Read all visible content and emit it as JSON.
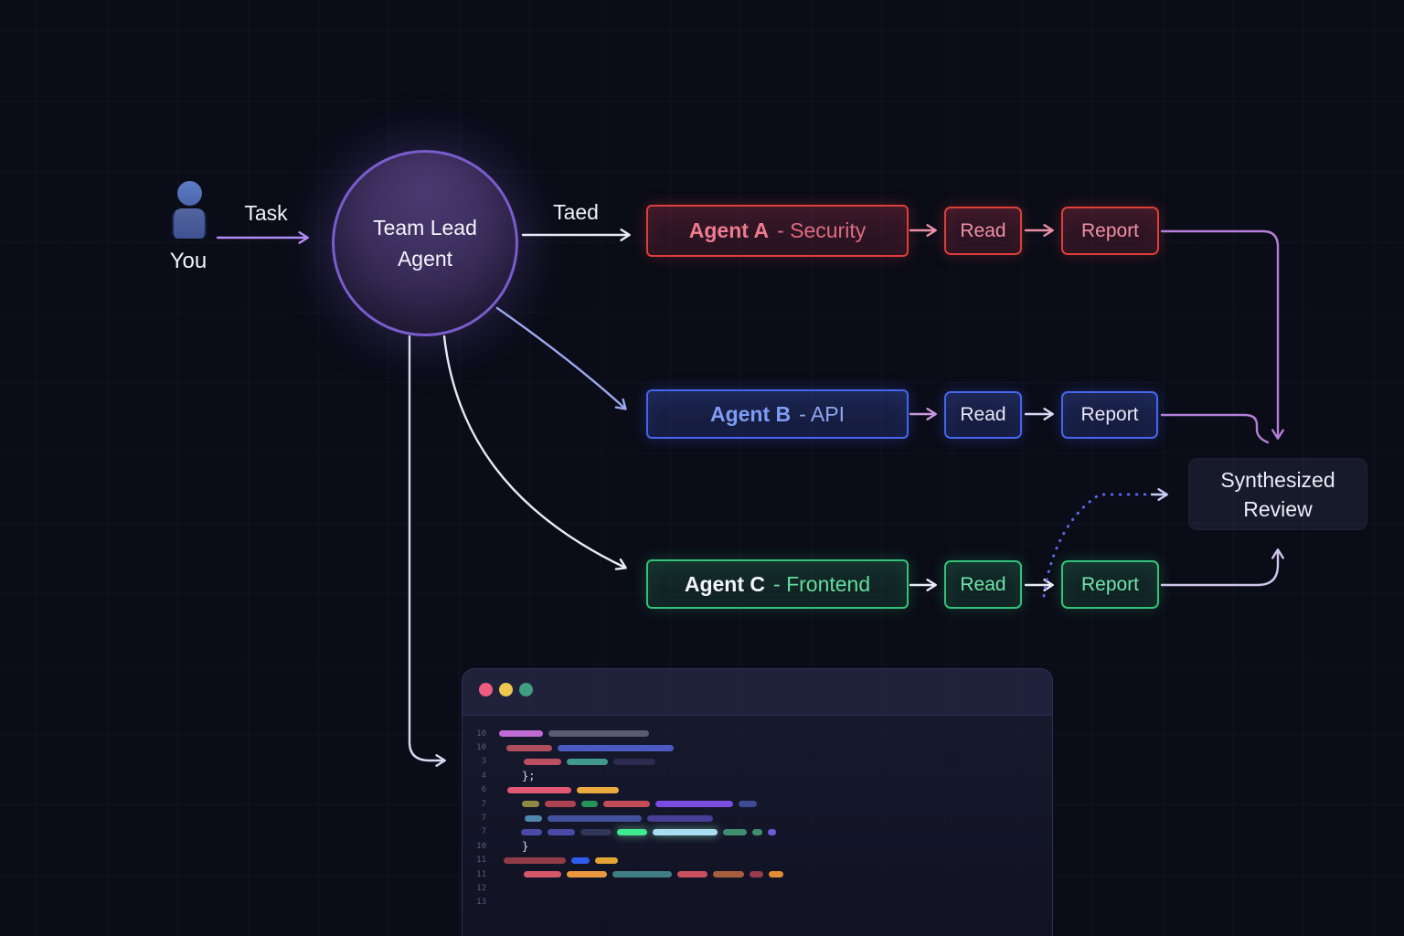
{
  "palette": {
    "background": "#0a0c17",
    "accent_purple": "#7b5ccc",
    "agent_a_red": "#dd3f3a",
    "agent_b_blue": "#4565ee",
    "agent_c_green": "#32c379",
    "report_line_purple": "#b57fd9",
    "dotted_line_blue": "#5b66e8"
  },
  "user": {
    "label": "You"
  },
  "flow_labels": {
    "task": "Task",
    "taed": "Taed"
  },
  "team_lead": {
    "line1": "Team Lead",
    "line2": "Agent"
  },
  "agent_rows": [
    {
      "name": "Agent A",
      "domain": "- Security",
      "read": "Read",
      "report": "Report"
    },
    {
      "name": "Agent B",
      "domain": "- API",
      "read": "Read",
      "report": "Report"
    },
    {
      "name": "Agent C",
      "domain": "- Frontend",
      "read": "Read",
      "report": "Report"
    }
  ],
  "synthesized": {
    "line1": "Synthesized",
    "line2": "Review"
  },
  "editor": {
    "traffic_lights": [
      "#ee5d80",
      "#eec850",
      "#3f9f7e"
    ],
    "lines": [
      {
        "num": "10",
        "indent": 0,
        "tokens": [
          [
            "#c06cd4",
            48
          ],
          [
            "#575c72",
            110
          ]
        ]
      },
      {
        "num": "10",
        "indent": 8,
        "tokens": [
          [
            "#b04e5e",
            50
          ],
          [
            "#4a5ac0",
            127
          ]
        ]
      },
      {
        "num": "3",
        "indent": 27,
        "tokens": [
          [
            "#bb4f60",
            41
          ],
          [
            "#3f998c",
            45
          ],
          [
            "#2f2b50",
            46
          ]
        ]
      },
      {
        "num": "4",
        "indent": 25,
        "text": "};"
      },
      {
        "num": "6",
        "indent": 9,
        "tokens": [
          [
            "#e25873",
            70
          ],
          [
            "#eaaa40",
            46
          ]
        ]
      },
      {
        "num": "7",
        "indent": 25,
        "tokens": [
          [
            "#8f8a42",
            19
          ],
          [
            "#ad4250",
            34
          ],
          [
            "#269456",
            18
          ],
          [
            "#c24d59",
            51
          ],
          [
            "#7a4ce0",
            85
          ],
          [
            "#3e4a96",
            20
          ]
        ]
      },
      {
        "num": "7",
        "indent": 28,
        "tokens": [
          [
            "#4e88ac",
            19
          ],
          [
            "#44519c",
            103
          ],
          [
            "#473f96",
            72
          ]
        ]
      },
      {
        "num": "7",
        "indent": 24,
        "tokens": [
          [
            "#4a4aa6",
            23
          ],
          [
            "#4a4aa6",
            30
          ],
          [
            "#303656",
            34
          ],
          [
            "#3eea8c",
            33,
            true
          ],
          [
            "#aadcf2",
            71,
            true
          ],
          [
            "#3f8e6e",
            26
          ],
          [
            "#3f8e6e",
            11
          ],
          [
            "#6e5cd6",
            9
          ]
        ]
      },
      {
        "num": "10",
        "indent": 25,
        "text": "}"
      },
      {
        "num": "11",
        "indent": 5,
        "tokens": [
          [
            "#8f3c48",
            68
          ],
          [
            "#2f5cec",
            20
          ],
          [
            "#e2a434",
            25
          ]
        ]
      },
      {
        "num": "11",
        "indent": 27,
        "tokens": [
          [
            "#d4576a",
            41
          ],
          [
            "#ea9840",
            44
          ],
          [
            "#3f7e84",
            65
          ],
          [
            "#c8515f",
            33
          ],
          [
            "#a65e3c",
            34
          ],
          [
            "#983b4c",
            15
          ],
          [
            "#e28c34",
            16
          ]
        ]
      },
      {
        "num": "12",
        "indent": 0,
        "tokens": []
      },
      {
        "num": "13",
        "indent": 0,
        "tokens": []
      }
    ]
  }
}
